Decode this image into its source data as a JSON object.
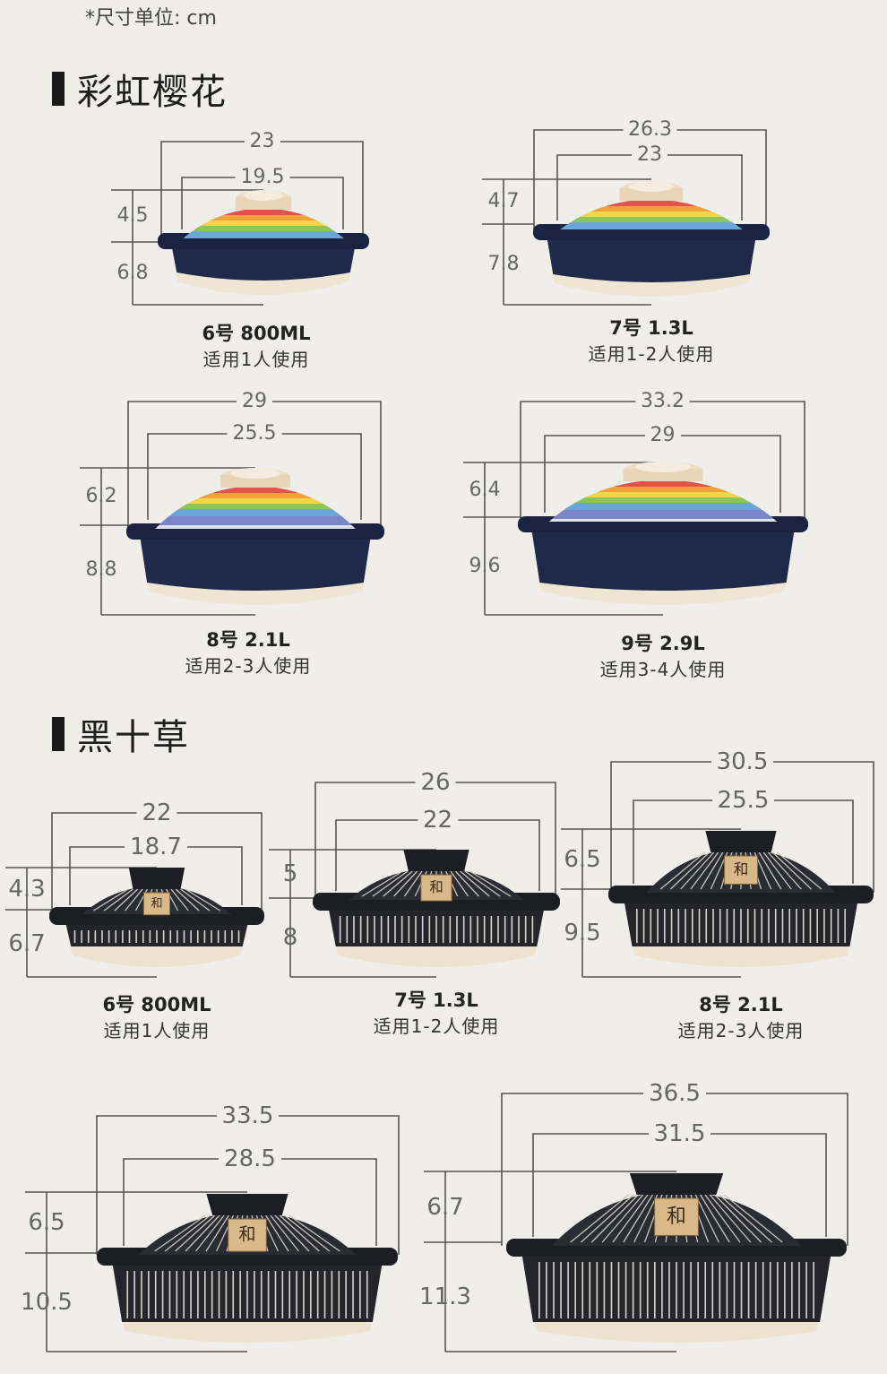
{
  "unit_note": "*尺寸单位: cm",
  "sections": {
    "rainbow": {
      "title": "彩虹樱花"
    },
    "black": {
      "title": "黑十草"
    }
  },
  "rainbow_items": [
    {
      "outer": "23",
      "inner": "19.5",
      "h_top": "4.5",
      "h_bottom": "6.8",
      "size": "6号 800ML",
      "capacity": "适用1人使用"
    },
    {
      "outer": "26.3",
      "inner": "23",
      "h_top": "4.7",
      "h_bottom": "7.8",
      "size": "7号 1.3L",
      "capacity": "适用1-2人使用"
    },
    {
      "outer": "29",
      "inner": "25.5",
      "h_top": "6.2",
      "h_bottom": "8.8",
      "size": "8号 2.1L",
      "capacity": "适用2-3人使用"
    },
    {
      "outer": "33.2",
      "inner": "29",
      "h_top": "6.4",
      "h_bottom": "9.6",
      "size": "9号 2.9L",
      "capacity": "适用3-4人使用"
    }
  ],
  "black_items": [
    {
      "outer": "22",
      "inner": "18.7",
      "h_top": "4.3",
      "h_bottom": "6.7",
      "size": "6号 800ML",
      "capacity": "适用1人使用"
    },
    {
      "outer": "26",
      "inner": "22",
      "h_top": "5",
      "h_bottom": "8",
      "size": "7号 1.3L",
      "capacity": "适用1-2人使用"
    },
    {
      "outer": "30.5",
      "inner": "25.5",
      "h_top": "6.5",
      "h_bottom": "9.5",
      "size": "8号 2.1L",
      "capacity": "适用2-3人使用"
    },
    {
      "outer": "33.5",
      "inner": "28.5",
      "h_top": "6.5",
      "h_bottom": "10.5"
    },
    {
      "outer": "36.5",
      "inner": "31.5",
      "h_top": "6.7",
      "h_bottom": "11.3"
    }
  ],
  "colors": {
    "background": "#f0eeeb",
    "pot_body": "#1f2a4a",
    "pot_base": "#eee5d5",
    "black_glaze": "#23252b",
    "lines": "#555555"
  },
  "lid_stamp_text": "和"
}
